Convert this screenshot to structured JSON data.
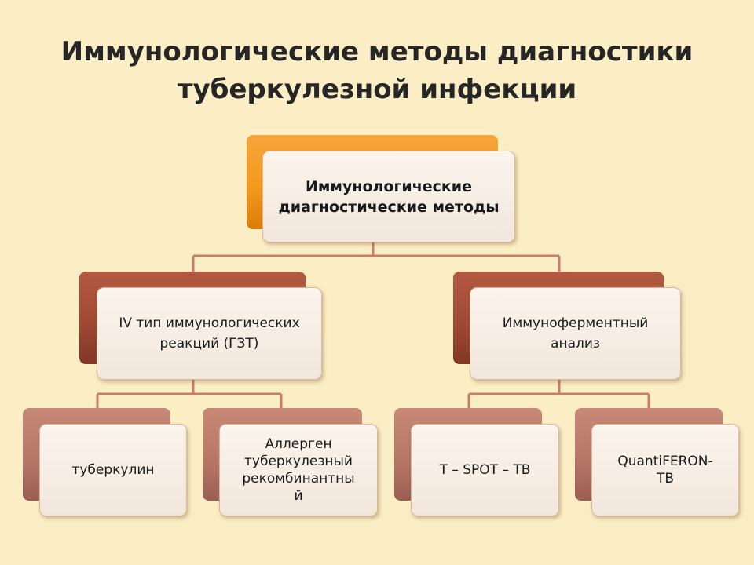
{
  "slide": {
    "title_line1": "Иммунологические методы диагностики",
    "title_line2": "туберкулезной инфекции"
  },
  "colors": {
    "background": "#fbedc4",
    "root_accent": "#f39a1e",
    "level2_accent": "#9e4733",
    "level3_accent": "#b57565",
    "connector": "#c77d6a"
  },
  "diagram": {
    "root": {
      "label": "Иммунологические\nдиагностические методы"
    },
    "left_branch": {
      "label": "IV тип иммунологических\nреакций (ГЗТ)",
      "children": [
        {
          "label": "туберкулин"
        },
        {
          "label": "Аллерген\nтуберкулезный\nрекомбинантны\nй"
        }
      ]
    },
    "right_branch": {
      "label": "Иммуноферментный\nанализ",
      "children": [
        {
          "label": "T – SPOT – TB"
        },
        {
          "label": "QuantiFERON-\nTB"
        }
      ]
    }
  }
}
